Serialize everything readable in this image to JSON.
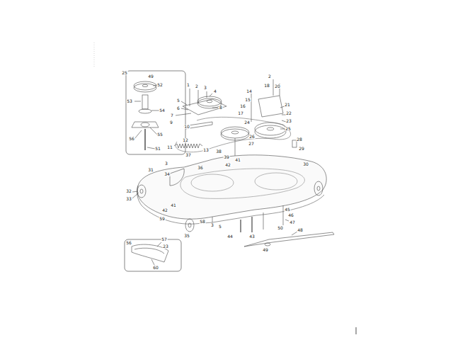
{
  "diagram": {
    "labels": [
      "25",
      "49",
      "52",
      "53",
      "54",
      "55",
      "56",
      "51",
      "1",
      "2",
      "3",
      "4",
      "5",
      "6",
      "7",
      "8",
      "9",
      "10",
      "11",
      "12",
      "13",
      "14",
      "15",
      "16",
      "17",
      "2",
      "18",
      "20",
      "21",
      "22",
      "23",
      "24",
      "25",
      "26",
      "27",
      "28",
      "29",
      "30",
      "3",
      "31",
      "34",
      "32",
      "33",
      "36",
      "37",
      "38",
      "39",
      "41",
      "42",
      "41",
      "42",
      "58",
      "59",
      "3",
      "35",
      "5",
      "44",
      "43",
      "45",
      "46",
      "47",
      "48",
      "49",
      "50",
      "56",
      "57",
      "23",
      "60"
    ]
  }
}
